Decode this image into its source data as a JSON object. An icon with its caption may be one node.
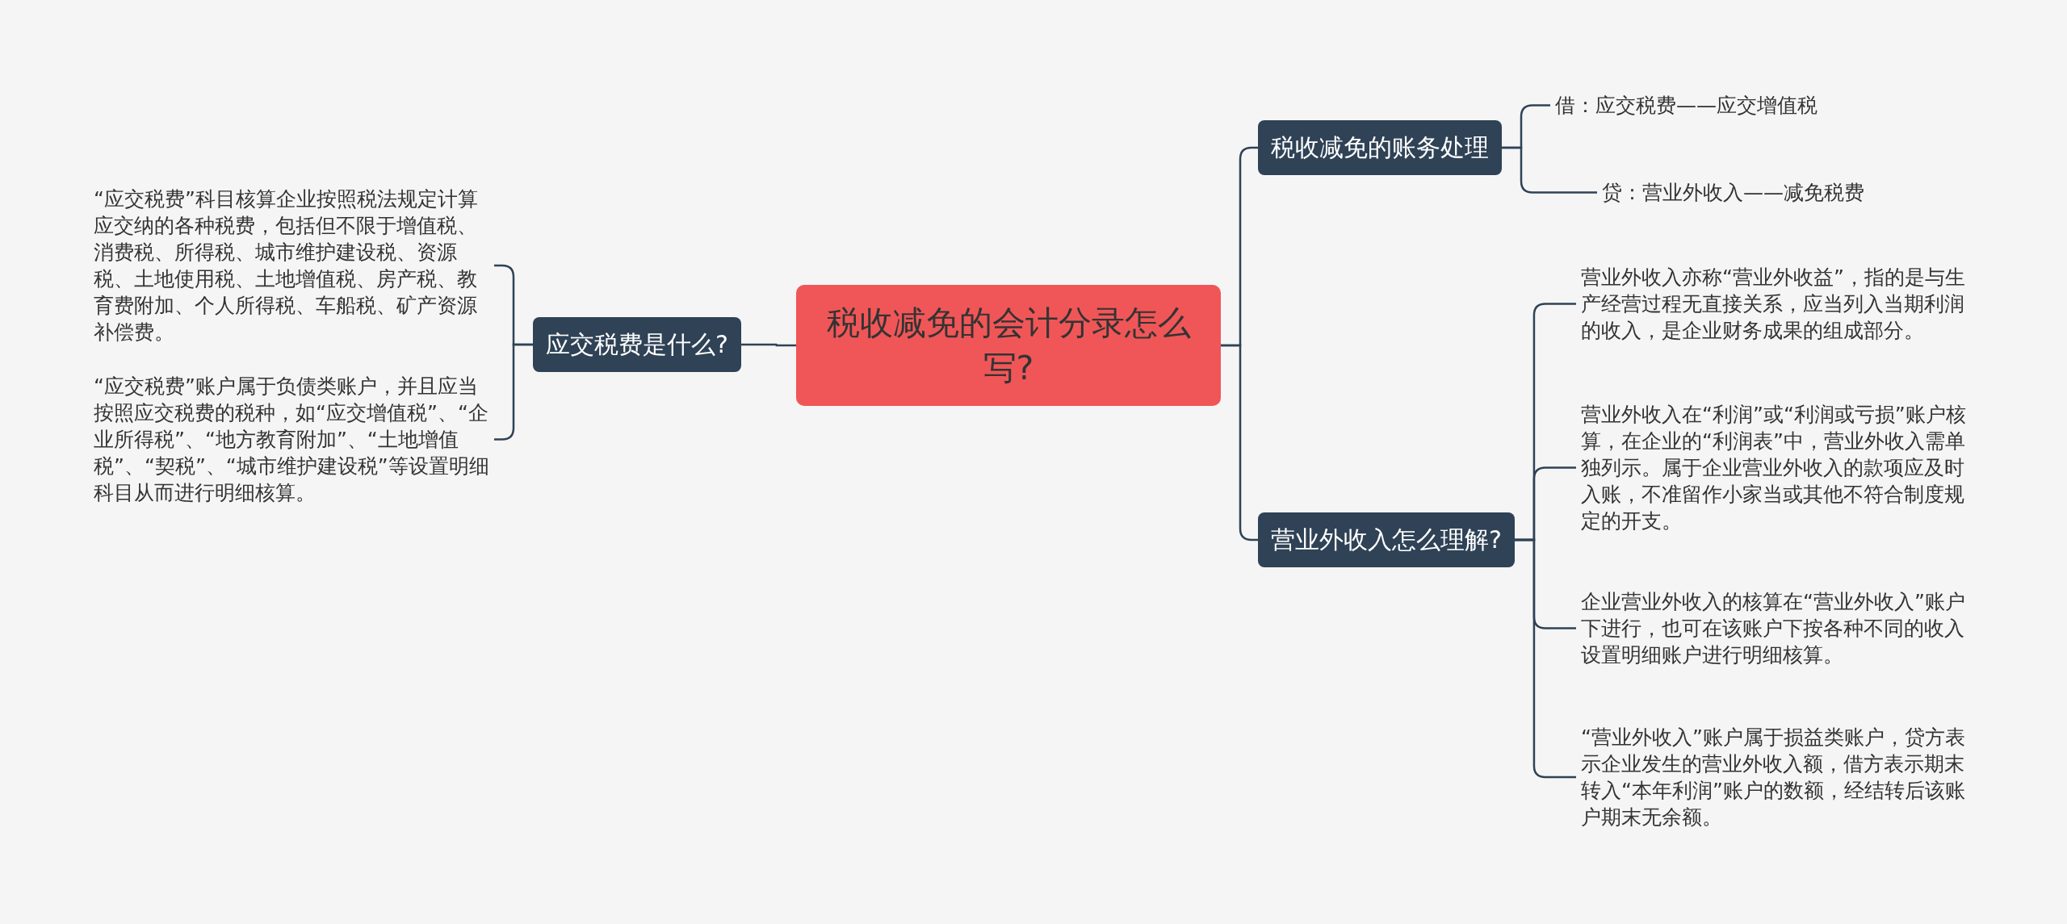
{
  "diagram": {
    "nodes": [
      {
        "text": [
          "税收减免的会计分录怎么写?"
        ]
      },
      {
        "text": [
          "应交税费是什么?"
        ]
      },
      {
        "text": [
          "“应交税费”科目核算企业按照税法规定计算应交纳的各种税费，包括但不限于增值税、消费税、所得税、城市维护建设税、资源税、土地使用税、土地增值税、房产税、教育费附加、个人所得税、车船税、矿产资源补偿费。"
        ]
      },
      {
        "text": [
          "“应交税费”账户属于负债类账户，并且应当按照应交税费的税种，如“应交增值税”、“企业所得税”、“地方教育附加”、“土地增值税”、“契税”、“城市维护建设税”等设置明细科目从而进行明细核算。"
        ]
      },
      {
        "text": [
          "税收减免的账务处理"
        ]
      },
      {
        "text": [
          "借：应交税费——应交增值税"
        ]
      },
      {
        "text": [
          "贷：营业外收入——减免税费"
        ]
      },
      {
        "text": [
          "营业外收入怎么理解?"
        ]
      },
      {
        "text": [
          "营业外收入亦称“营业外收益”，指的是与生产经营过程无直接关系，应当列入当期利润的收入，是企业财务成果的组成部分。"
        ]
      },
      {
        "text": [
          "营业外收入在“利润”或“利润或亏损”账户核算，在企业的“利润表”中，营业外收入需单独列示。属于企业营业外收入的款项应及时入账，不准留作小家当或其他不符合制度规定的开支。"
        ]
      },
      {
        "text": [
          "企业营业外收入的核算在“营业外收入”账户下进行，也可在该账户下按各种不同的收入设置明细账户进行明细核算。"
        ]
      },
      {
        "text": [
          "“营业外收入”账户属于损益类账户，贷方表示企业发生的营业外收入额，借方表示期末转入“本年利润”账户的数额，经结转后该账户期末无余额。"
        ]
      }
    ],
    "edges": [
      {
        "from": 0,
        "to": 1,
        "arrow": "none"
      },
      {
        "from": 1,
        "to": 2,
        "arrow": "none"
      },
      {
        "from": 1,
        "to": 3,
        "arrow": "none"
      },
      {
        "from": 0,
        "to": 4,
        "arrow": "none"
      },
      {
        "from": 4,
        "to": 5,
        "arrow": "none"
      },
      {
        "from": 4,
        "to": 6,
        "arrow": "none"
      },
      {
        "from": 0,
        "to": 7,
        "arrow": "none"
      },
      {
        "from": 7,
        "to": 8,
        "arrow": "none"
      },
      {
        "from": 7,
        "to": 9,
        "arrow": "none"
      },
      {
        "from": 7,
        "to": 10,
        "arrow": "none"
      },
      {
        "from": 7,
        "to": 11,
        "arrow": "none"
      }
    ]
  }
}
